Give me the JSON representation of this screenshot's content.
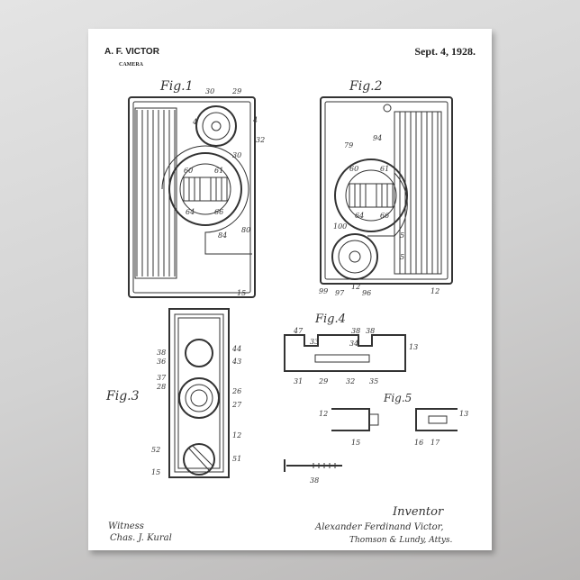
{
  "header": {
    "inventor_name": "A. F. VICTOR",
    "subject": "CAMERA",
    "date": "Sept. 4, 1928."
  },
  "figures": [
    {
      "label": "Fig.1",
      "numbers": [
        "30",
        "29",
        "4",
        "4",
        "32",
        "30",
        "60",
        "61",
        "64",
        "66",
        "84",
        "80",
        "15"
      ]
    },
    {
      "label": "Fig.2",
      "numbers": [
        "94",
        "79",
        "60",
        "61",
        "64",
        "66",
        "100",
        "5",
        "5",
        "99",
        "97",
        "96",
        "12",
        "12"
      ]
    },
    {
      "label": "Fig.3",
      "numbers": [
        "38",
        "36",
        "44",
        "43",
        "37",
        "28",
        "26",
        "27",
        "12",
        "52",
        "51",
        "15"
      ]
    },
    {
      "label": "Fig.4",
      "numbers": [
        "47",
        "33",
        "38",
        "34",
        "38",
        "13",
        "31",
        "29",
        "32",
        "35"
      ]
    },
    {
      "label": "Fig.5",
      "numbers": [
        "12",
        "13",
        "15",
        "16",
        "17"
      ]
    },
    {
      "label": "",
      "numbers": [
        "38"
      ]
    }
  ],
  "signatures": {
    "inventor_heading": "Inventor",
    "inventor": "Alexander Ferdinand Victor,",
    "attorneys": "Thomson & Lundy, Attys.",
    "witness_heading": "Witness",
    "witness": "Chas. J. Kural"
  },
  "colors": {
    "paper": "#ffffff",
    "ink": "#333333",
    "background": "#cfcfcf"
  }
}
